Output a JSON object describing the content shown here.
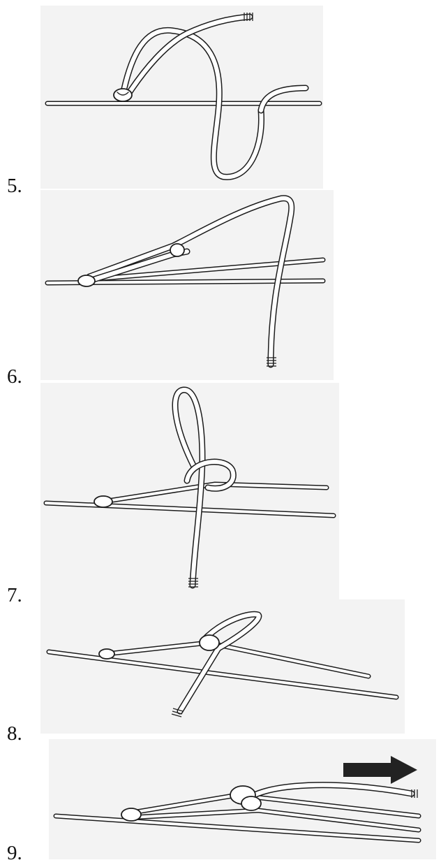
{
  "steps": [
    {
      "label": "5."
    },
    {
      "label": "6."
    },
    {
      "label": "7."
    },
    {
      "label": "8."
    },
    {
      "label": "9."
    }
  ],
  "colors": {
    "background": "#ffffff",
    "paper": "#f3f3f3",
    "ink": "#1c1c1c",
    "arrow": "#222222"
  },
  "icons": {
    "direction_arrow": "arrow-right-icon"
  }
}
